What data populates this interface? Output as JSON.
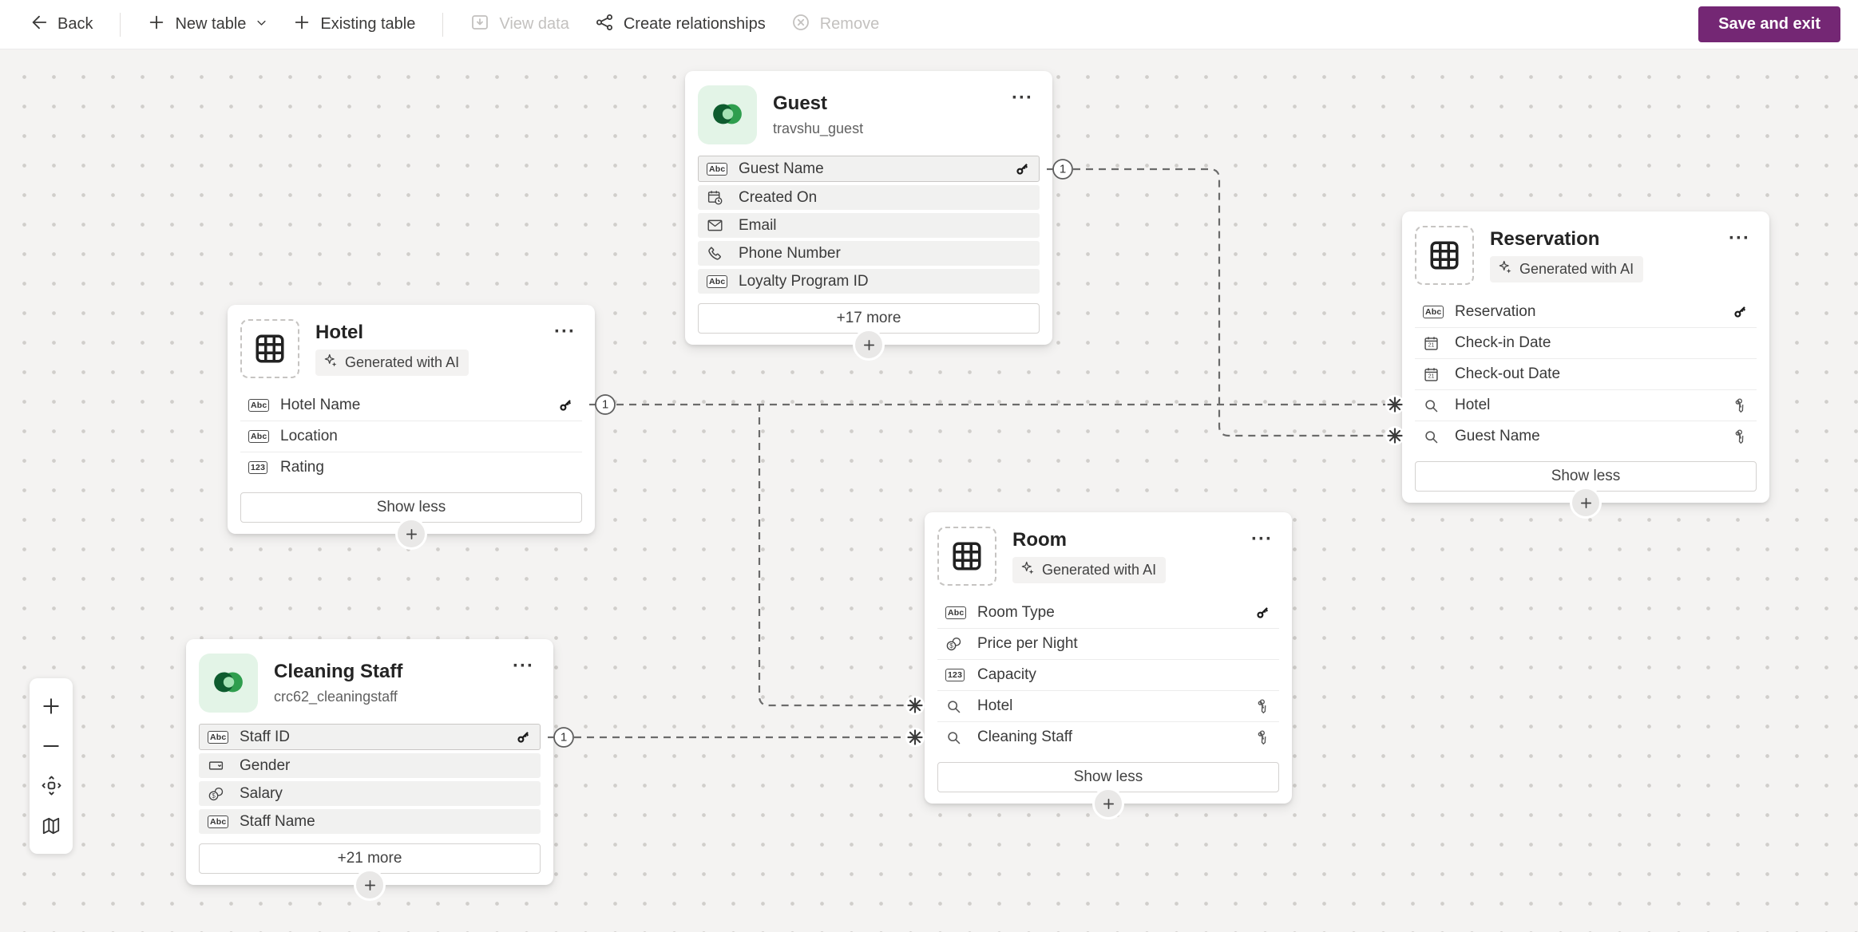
{
  "toolbar": {
    "back": "Back",
    "new_table": "New table",
    "existing_table": "Existing table",
    "view_data": "View data",
    "create_relationships": "Create relationships",
    "remove": "Remove",
    "save_and_exit": "Save and exit"
  },
  "badge_generated_with_ai": "Generated with AI",
  "glyphs": {
    "text": "Abc",
    "number": "123",
    "calendar_day": "21",
    "currency": "$",
    "more_menu": "···",
    "one": "1"
  },
  "tables": [
    {
      "id": "guest",
      "title": "Guest",
      "subtitle": "travshu_guest",
      "fields": [
        {
          "icon": "text",
          "label": "Guest Name",
          "key": true
        },
        {
          "icon": "datetime",
          "label": "Created On"
        },
        {
          "icon": "email",
          "label": "Email"
        },
        {
          "icon": "phone",
          "label": "Phone Number"
        },
        {
          "icon": "text",
          "label": "Loyalty Program ID"
        }
      ],
      "footer": "+17 more"
    },
    {
      "id": "hotel",
      "title": "Hotel",
      "generated_with_ai": true,
      "fields": [
        {
          "icon": "text",
          "label": "Hotel Name",
          "key": true
        },
        {
          "icon": "text",
          "label": "Location"
        },
        {
          "icon": "number",
          "label": "Rating"
        }
      ],
      "footer": "Show less"
    },
    {
      "id": "reservation",
      "title": "Reservation",
      "generated_with_ai": true,
      "fields": [
        {
          "icon": "text",
          "label": "Reservation",
          "key": true
        },
        {
          "icon": "date",
          "label": "Check-in Date"
        },
        {
          "icon": "date",
          "label": "Check-out Date"
        },
        {
          "icon": "lookup",
          "label": "Hotel",
          "relationship": true
        },
        {
          "icon": "lookup",
          "label": "Guest Name",
          "relationship": true
        }
      ],
      "footer": "Show less"
    },
    {
      "id": "room",
      "title": "Room",
      "generated_with_ai": true,
      "fields": [
        {
          "icon": "text",
          "label": "Room Type",
          "key": true
        },
        {
          "icon": "money",
          "label": "Price per Night"
        },
        {
          "icon": "number",
          "label": "Capacity"
        },
        {
          "icon": "lookup",
          "label": "Hotel",
          "relationship": true
        },
        {
          "icon": "lookup",
          "label": "Cleaning Staff",
          "relationship": true
        }
      ],
      "footer": "Show less"
    },
    {
      "id": "cleaning_staff",
      "title": "Cleaning Staff",
      "subtitle": "crc62_cleaningstaff",
      "fields": [
        {
          "icon": "text",
          "label": "Staff ID",
          "key": true
        },
        {
          "icon": "choice",
          "label": "Gender"
        },
        {
          "icon": "money",
          "label": "Salary"
        },
        {
          "icon": "text",
          "label": "Staff Name"
        }
      ],
      "footer": "+21 more"
    }
  ],
  "relationships": [
    {
      "from": "Hotel.Hotel Name",
      "to": "Reservation.Hotel",
      "from_cardinality": "1",
      "to_cardinality": "many"
    },
    {
      "from": "Hotel.Hotel Name",
      "to": "Room.Hotel",
      "from_cardinality": "1",
      "to_cardinality": "many"
    },
    {
      "from": "Guest.Guest Name",
      "to": "Reservation.Guest Name",
      "from_cardinality": "1",
      "to_cardinality": "many"
    },
    {
      "from": "Cleaning Staff.Staff ID",
      "to": "Room.Cleaning Staff",
      "from_cardinality": "1",
      "to_cardinality": "many"
    }
  ],
  "colors": {
    "accent": "#742774",
    "canvas": "#f4f3f2",
    "relationship_line": "#6b6b6b"
  }
}
